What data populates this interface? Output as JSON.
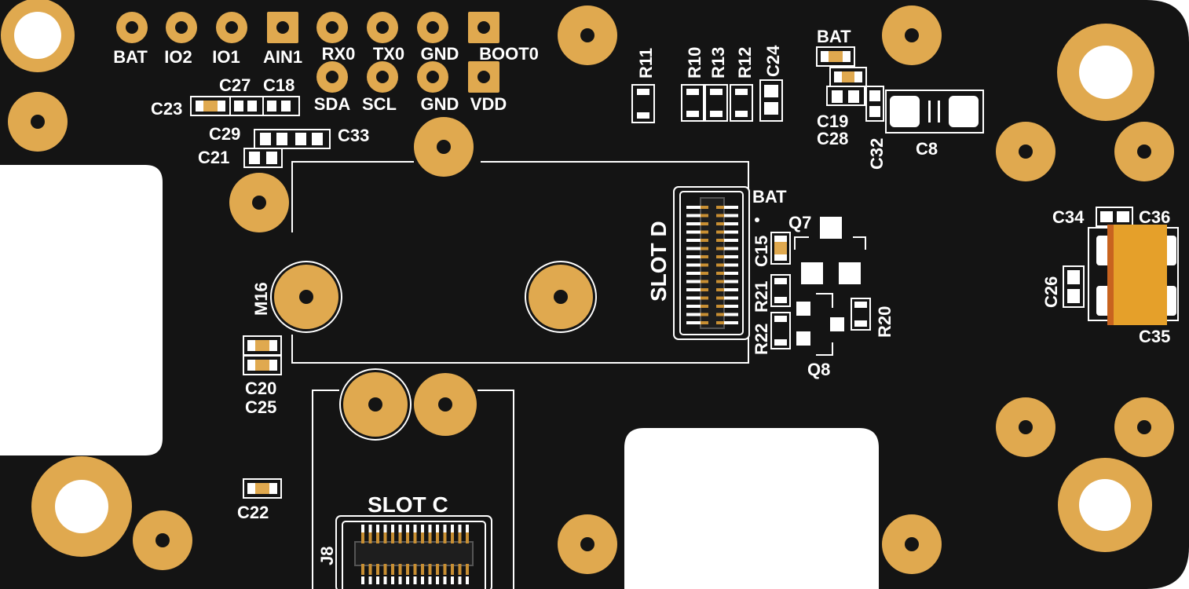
{
  "colors": {
    "pcb": "#141414",
    "silk": "#ffffff",
    "copper": "#e0a94f",
    "copper_dark": "#c88f33",
    "component": "#e5a02a"
  },
  "header_pins": {
    "row1": [
      "BAT",
      "IO2",
      "IO1",
      "AIN1",
      "RX0",
      "TX0",
      "GND",
      "BOOT0"
    ],
    "row2": [
      "SDA",
      "SCL",
      "GND",
      "VDD"
    ]
  },
  "slots": {
    "d_label": "SLOT D",
    "c_label": "SLOT C",
    "m16_label": "M16",
    "j8_label": "J8"
  },
  "refs": {
    "C27": "C27",
    "C18": "C18",
    "C23": "C23",
    "C29": "C29",
    "C33": "C33",
    "C21": "C21",
    "R11": "R11",
    "R10": "R10",
    "R13": "R13",
    "R12": "R12",
    "C24": "C24",
    "BAT_top": "BAT",
    "C19": "C19",
    "C28": "C28",
    "C32": "C32",
    "C8": "C8",
    "BAT_mid": "BAT",
    "Q7": "Q7",
    "C15": "C15",
    "R21": "R21",
    "R22": "R22",
    "R20": "R20",
    "Q8": "Q8",
    "C34": "C34",
    "C36": "C36",
    "C26": "C26",
    "C35": "C35",
    "C20": "C20",
    "C25": "C25",
    "C22": "C22"
  }
}
